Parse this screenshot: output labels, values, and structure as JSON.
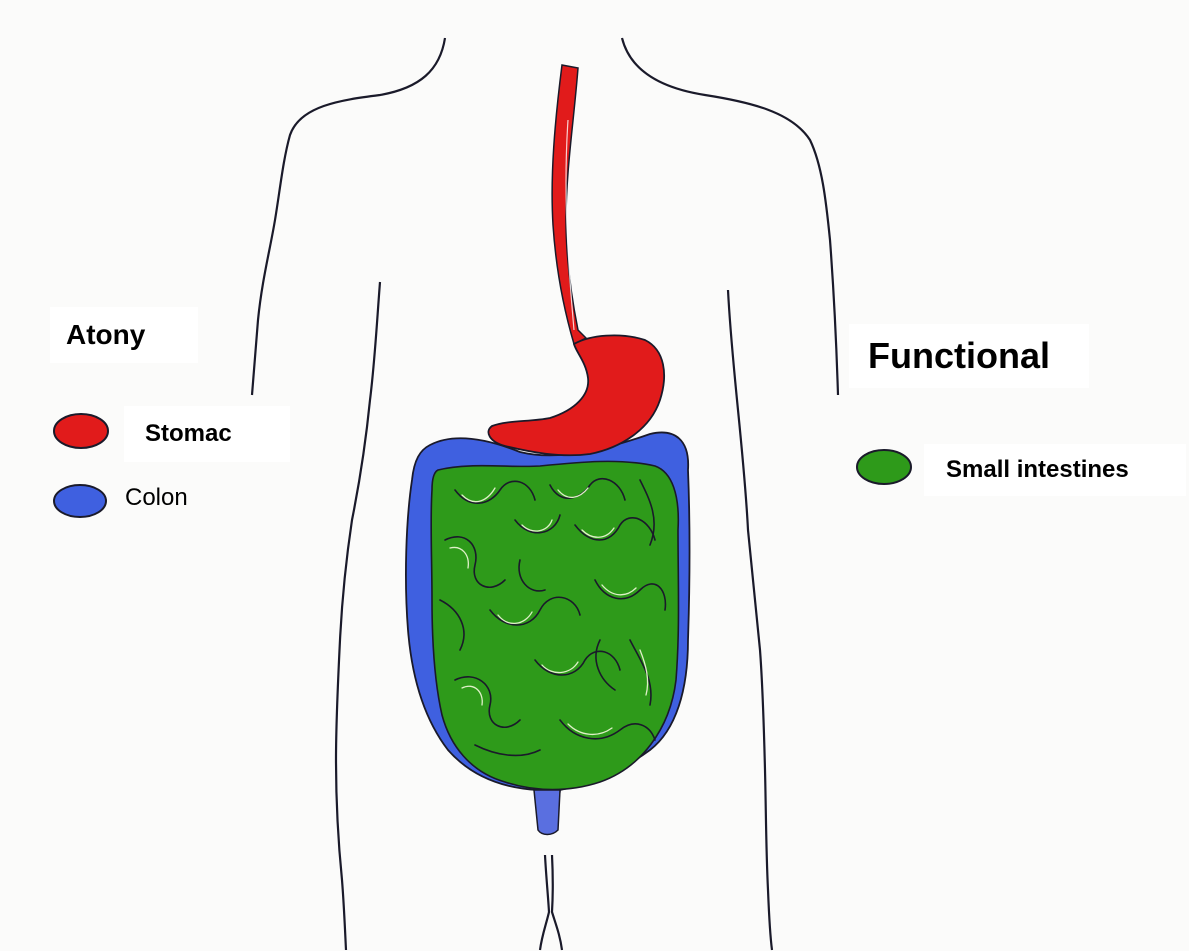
{
  "labels": {
    "atony": "Atony",
    "functional": "Functional"
  },
  "legend": {
    "stomach": {
      "label": "Stomac",
      "color": "#e11b1b"
    },
    "colon": {
      "label": "Colon",
      "color": "#3f60e0"
    },
    "small_intestines": {
      "label": "Small intestines",
      "color": "#2e9a1a"
    }
  },
  "colors": {
    "esophagus_stomach": "#e11b1b",
    "colon": "#3f60e0",
    "small_intestines": "#2e9a1a",
    "outline": "#1a1a2a"
  }
}
